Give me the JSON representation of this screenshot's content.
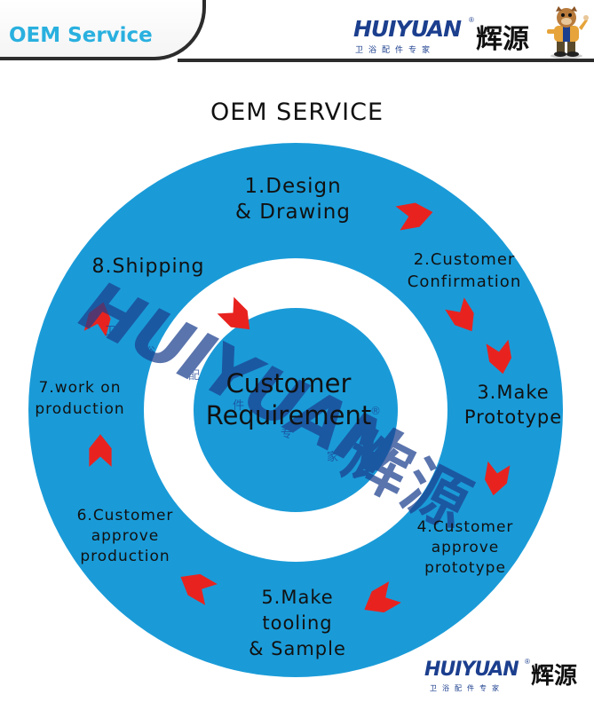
{
  "header": {
    "tab_title": "OEM Service",
    "brand": {
      "name": "HUIYUAN",
      "registered_mark": "®",
      "chinese_name": "辉源",
      "tagline": "卫浴配件专家"
    },
    "mascot_icon": "mascot-icon"
  },
  "page_title": "OEM SERVICE",
  "diagram": {
    "center": [
      "Customer",
      "Requirement"
    ],
    "steps": [
      {
        "lines": [
          "1.Design",
          "& Drawing"
        ]
      },
      {
        "lines": [
          "2.Customer",
          "Confirmation"
        ]
      },
      {
        "lines": [
          "3.Make",
          "Prototype"
        ]
      },
      {
        "lines": [
          "4.Customer",
          "approve",
          "prototype"
        ]
      },
      {
        "lines": [
          "5.Make",
          "tooling",
          "& Sample"
        ]
      },
      {
        "lines": [
          "6.Customer",
          "approve",
          "production"
        ]
      },
      {
        "lines": [
          "7.work on",
          "production"
        ]
      },
      {
        "lines": [
          "8.Shipping"
        ]
      }
    ],
    "colors": {
      "ring": "#1a9bd8",
      "center_disc": "#1a9bd8",
      "arrow": "#e8231f",
      "text": "#111111"
    }
  },
  "watermark": {
    "name": "HUIYUAN",
    "registered_mark": "®",
    "chinese_name": "辉源",
    "tagline_chars": [
      "卫",
      "浴",
      "配",
      "件",
      "专",
      "家"
    ]
  },
  "footer": {
    "brand": {
      "name": "HUIYUAN",
      "registered_mark": "®",
      "chinese_name": "辉源",
      "tagline": "卫浴配件专家"
    }
  }
}
